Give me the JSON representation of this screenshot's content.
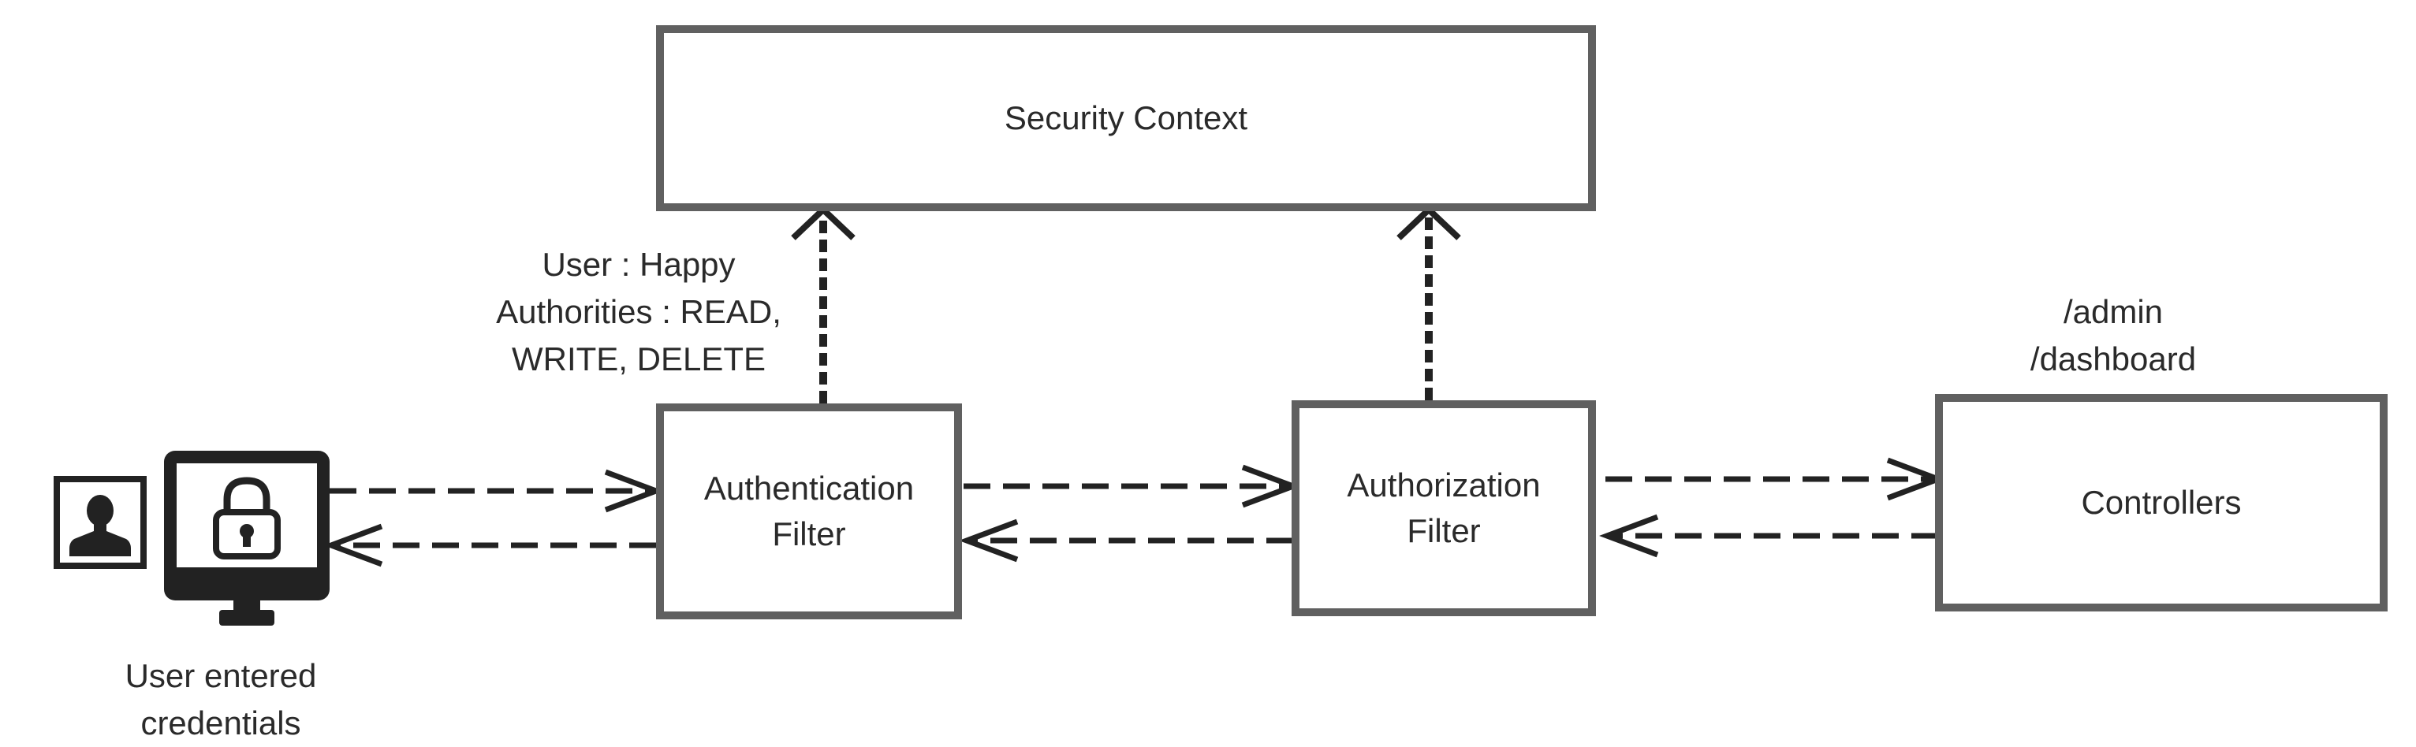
{
  "nodes": {
    "security_context": {
      "label": "Security Context"
    },
    "authentication_filter": {
      "label": "Authentication\nFilter"
    },
    "authorization_filter": {
      "label": "Authorization\nFilter"
    },
    "controllers": {
      "label": "Controllers"
    }
  },
  "annotations": {
    "user_details": "User : Happy\nAuthorities : READ,\nWRITE, DELETE",
    "endpoints": "/admin\n/dashboard",
    "user_credentials": "User entered\ncredentials"
  },
  "icons": {
    "user": "person-silhouette-icon",
    "monitor": "monitor-icon",
    "lock": "lock-icon"
  },
  "colors": {
    "box_border": "#606060",
    "arrow": "#222222",
    "icon_fill": "#222222"
  }
}
